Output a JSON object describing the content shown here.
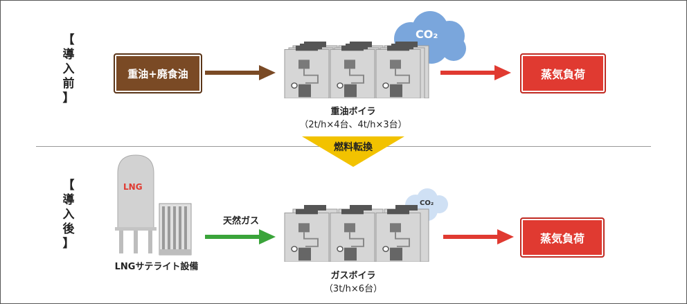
{
  "before": {
    "label": "【導入前】",
    "label_chars": [
      "【",
      "導",
      "入",
      "前",
      "】"
    ],
    "fuel_box": "重油+廃食油",
    "boiler_title": "重油ボイラ",
    "boiler_spec": "（2t/h×4台、4t/h×3台）",
    "co2": "CO₂",
    "steam": "蒸気負荷"
  },
  "transition": {
    "label": "燃料転換"
  },
  "after": {
    "label": "【導入後】",
    "label_chars": [
      "【",
      "導",
      "入",
      "後",
      "】"
    ],
    "tank_label": "LNG",
    "facility": "LNGサテライト設備",
    "fuel": "天然ガス",
    "boiler_title": "ガスボイラ",
    "boiler_spec": "（3t/h×6台）",
    "co2": "CO₂",
    "steam": "蒸気負荷"
  },
  "colors": {
    "fuel_oil": "#7a4a25",
    "steam": "#e03a31",
    "gas_arrow": "#3aa43a",
    "transition": "#f2c200",
    "co2_cloud": "#7aa6dc",
    "co2_cloud_small": "#cfe0f4"
  }
}
